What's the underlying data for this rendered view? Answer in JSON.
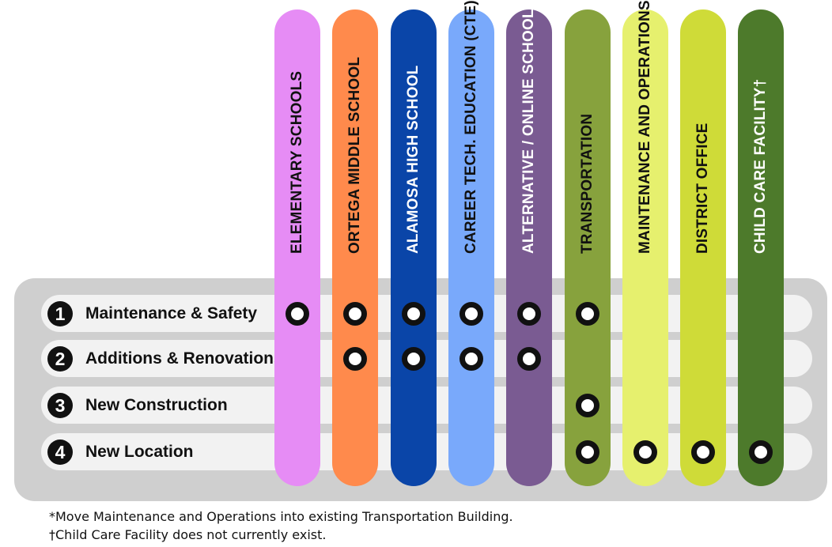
{
  "columns": [
    {
      "label": "ELEMENTARY SCHOOLS",
      "color": "#e68cf5",
      "text_color": "#111111",
      "marks": [
        1
      ]
    },
    {
      "label": "ORTEGA MIDDLE SCHOOL",
      "color": "#ff8a4c",
      "text_color": "#111111",
      "marks": [
        1,
        2
      ]
    },
    {
      "label": "ALAMOSA HIGH SCHOOL",
      "color": "#0a45a8",
      "text_color": "#ffffff",
      "marks": [
        1,
        2
      ]
    },
    {
      "label": "CAREER TECH. EDUCATION (CTE)",
      "color": "#79a9fb",
      "text_color": "#111111",
      "marks": [
        1,
        2
      ]
    },
    {
      "label": "ALTERNATIVE / ONLINE SCHOOL",
      "color": "#7a5b92",
      "text_color": "#ffffff",
      "marks": [
        1,
        2
      ]
    },
    {
      "label": "TRANSPORTATION",
      "color": "#87a23d",
      "text_color": "#111111",
      "marks": [
        1,
        3,
        4
      ]
    },
    {
      "label": "MAINTENANCE AND OPERATIONS*",
      "color": "#e6f06e",
      "text_color": "#111111",
      "marks": [
        4
      ]
    },
    {
      "label": "DISTRICT OFFICE",
      "color": "#cfdb38",
      "text_color": "#111111",
      "marks": [
        4
      ]
    },
    {
      "label": "CHILD CARE FACILITY†",
      "color": "#4d7a2b",
      "text_color": "#ffffff",
      "marks": [
        4
      ]
    }
  ],
  "rows": [
    {
      "number": "1",
      "label": "Maintenance & Safety"
    },
    {
      "number": "2",
      "label": "Additions & Renovations"
    },
    {
      "number": "3",
      "label": "New Construction"
    },
    {
      "number": "4",
      "label": "New Location"
    }
  ],
  "footnotes": [
    "*Move Maintenance and Operations into existing Transportation Building.",
    "†Child Care Facility does not currently exist."
  ]
}
